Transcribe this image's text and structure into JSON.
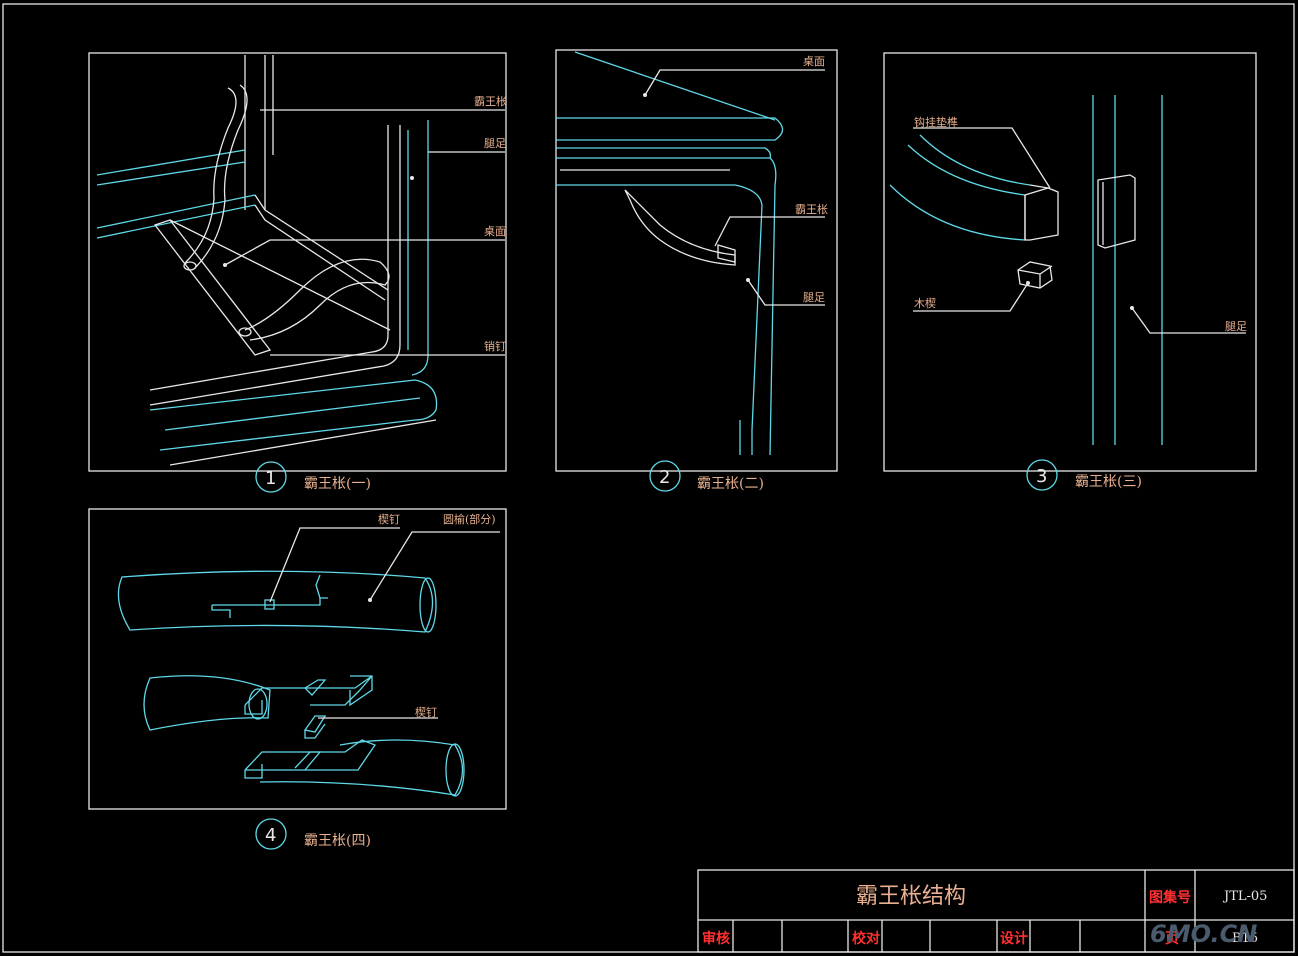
{
  "panels": {
    "p1": {
      "number": "1",
      "caption": "霸王枨(一)",
      "labels": [
        "霸王枨",
        "腿足",
        "桌面",
        "销钉"
      ]
    },
    "p2": {
      "number": "2",
      "caption": "霸王枨(二)",
      "labels": [
        "桌面",
        "霸王枨",
        "腿足"
      ]
    },
    "p3": {
      "number": "3",
      "caption": "霸王枨(三)",
      "labels": [
        "钩挂垫榫",
        "木楔",
        "腿足"
      ]
    },
    "p4": {
      "number": "4",
      "caption": "霸王枨(四)",
      "labels": [
        "楔钉",
        "圆榆(部分)",
        "楔钉"
      ]
    }
  },
  "title_block": {
    "title": "霸王枨结构",
    "atlas_no_label": "图集号",
    "atlas_no": "JTL-05",
    "review_label": "审核",
    "check_label": "校对",
    "design_label": "设计",
    "page_label": "页",
    "page_no": "B15"
  },
  "watermark": "6MO.CN",
  "colors": {
    "cyan": "#5fd8e8",
    "white": "#e8e8e8",
    "label": "#e8b090",
    "red": "#ff3030"
  }
}
